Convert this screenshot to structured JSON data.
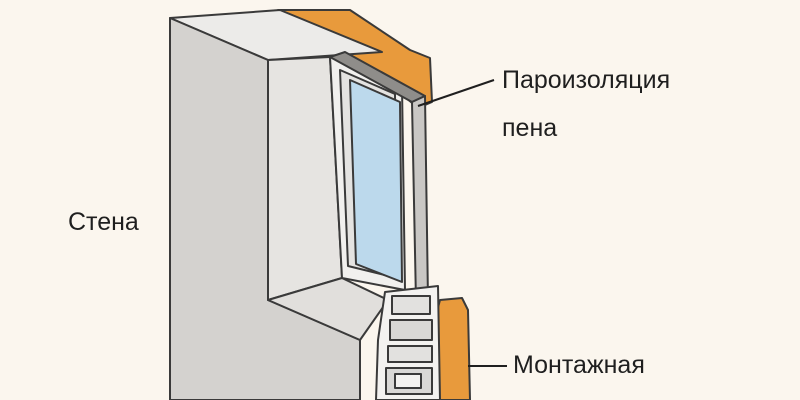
{
  "labels": {
    "wall": "Стена",
    "vapor_line1": "Пароизоляция",
    "vapor_line2": "пена",
    "mounting": "Монтажная"
  },
  "colors": {
    "background": "#fbf6ee",
    "wall_front": "#d4d2cf",
    "wall_side": "#e3e1de",
    "foam": "#e89a3c",
    "vapor_membrane": "#8f8d8a",
    "glass": "#bcd9ec",
    "frame": "#f1f0ee",
    "outline": "#3a3a3a"
  }
}
